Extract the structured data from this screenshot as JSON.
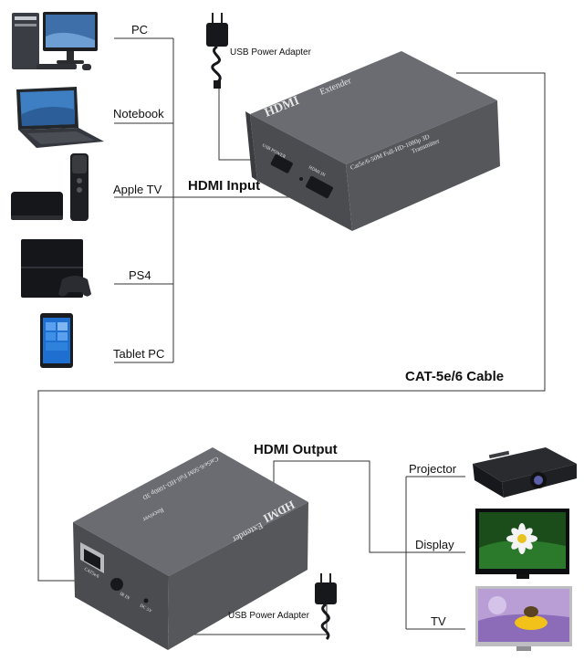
{
  "sources": {
    "pc": "PC",
    "notebook": "Notebook",
    "apple_tv": "Apple TV",
    "ps4": "PS4",
    "tablet": "Tablet PC"
  },
  "displays": {
    "projector": "Projector",
    "display": "Display",
    "tv": "TV"
  },
  "labels": {
    "hdmi_input": "HDMI Input",
    "hdmi_output": "HDMI Output",
    "cable": "CAT-5e/6 Cable",
    "adapter_top": "USB Power Adapter",
    "adapter_bottom": "USB Power Adapter"
  },
  "transmitter": {
    "logo": "HDMI",
    "name": "Extender",
    "spec": "Cat5e/6-50M Full-HD-1080p 3D",
    "role": "Transmitter",
    "port_power": "USB POWER",
    "port_hdmi": "HDMI IN"
  },
  "receiver": {
    "logo": "HDMI",
    "name": "Extender",
    "spec": "Cat5e/6-50M Full-HD-1080p 3D",
    "role": "Receiver",
    "port_cat": "CAT5e/6",
    "port_ir": "IR IN",
    "port_dc": "DC 5V"
  },
  "colors": {
    "device_body": "#55575b",
    "device_dark": "#3b3c3f",
    "lines": "#333333"
  }
}
